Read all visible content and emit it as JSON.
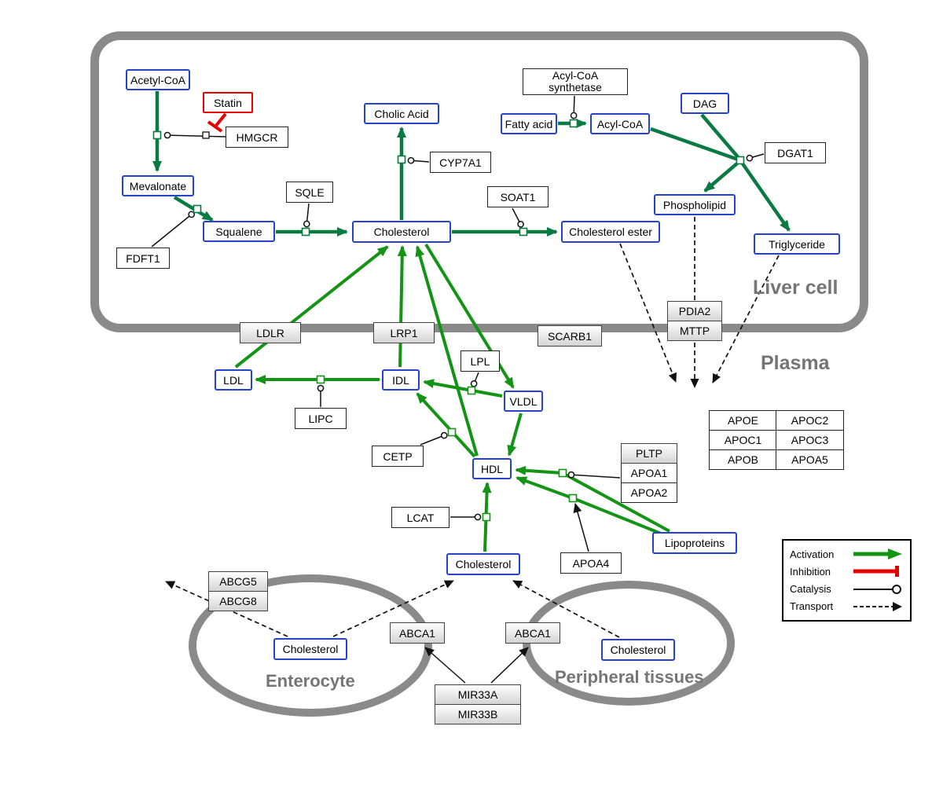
{
  "regions": {
    "liver": "Liver cell",
    "plasma": "Plasma",
    "enterocyte": "Enterocyte",
    "peripheral": "Peripheral tissues"
  },
  "nodes": {
    "acetyl_coa": "Acetyl-CoA",
    "statin": "Statin",
    "hmgcr": "HMGCR",
    "mevalonate": "Mevalonate",
    "fdft1": "FDFT1",
    "squalene": "Squalene",
    "sqle": "SQLE",
    "cholesterol_liver": "Cholesterol",
    "cholic_acid": "Cholic Acid",
    "cyp7a1": "CYP7A1",
    "soat1": "SOAT1",
    "cholesterol_ester": "Cholesterol ester",
    "acyl_coa_synthetase_line1": "Acyl-CoA",
    "acyl_coa_synthetase_line2": "synthetase",
    "fatty_acid": "Fatty acid",
    "acyl_coa": "Acyl-CoA",
    "dag": "DAG",
    "dgat1": "DGAT1",
    "phospholipid": "Phospholipid",
    "triglyceride": "Triglyceride",
    "pdia2": "PDIA2",
    "mttp": "MTTP",
    "ldlr": "LDLR",
    "lrp1": "LRP1",
    "scarb1": "SCARB1",
    "ldl": "LDL",
    "idl": "IDL",
    "lipc": "LIPC",
    "lpl": "LPL",
    "vldl": "VLDL",
    "cetp": "CETP",
    "hdl": "HDL",
    "lcat": "LCAT",
    "pltp": "PLTP",
    "apoa1": "APOA1",
    "apoa2": "APOA2",
    "apoa4": "APOA4",
    "lipoproteins": "Lipoproteins",
    "cholesterol_plasma": "Cholesterol",
    "abcg5": "ABCG5",
    "abcg8": "ABCG8",
    "cholesterol_enterocyte": "Cholesterol",
    "abca1_left": "ABCA1",
    "abca1_right": "ABCA1",
    "cholesterol_peripheral": "Cholesterol",
    "mir33a": "MIR33A",
    "mir33b": "MIR33B"
  },
  "apo": [
    [
      "APOE",
      "APOC2"
    ],
    [
      "APOC1",
      "APOC3"
    ],
    [
      "APOB",
      "APOA5"
    ]
  ],
  "legend": {
    "activation": "Activation",
    "inhibition": "Inhibition",
    "catalysis": "Catalysis",
    "transport": "Transport"
  },
  "colors": {
    "activation_liver": "#0a7a43",
    "activation_plasma": "#149414",
    "inhibition": "#e60000",
    "membrane": "#8a8a8a",
    "metabolite_border": "#2442cc"
  }
}
